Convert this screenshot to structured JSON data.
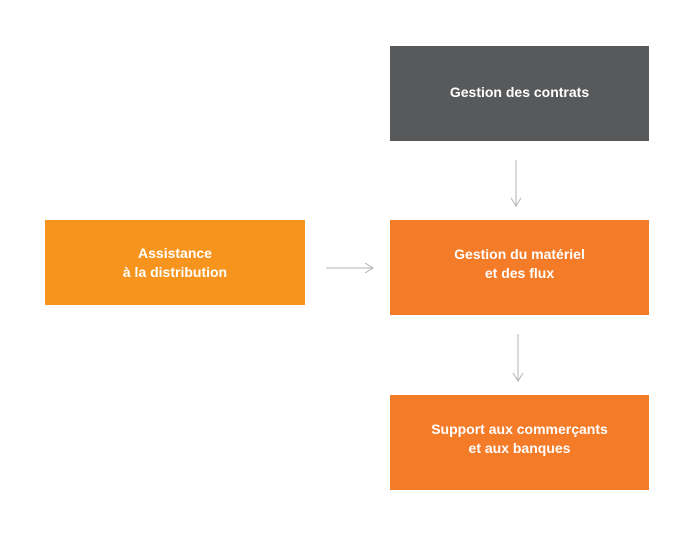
{
  "nodes": {
    "contrats": {
      "lines": [
        "Gestion des contrats"
      ],
      "color": "#58595b"
    },
    "materiel": {
      "lines": [
        "Gestion du matériel",
        "et des flux"
      ],
      "color": "#f47b27"
    },
    "support": {
      "lines": [
        "Support aux commerçants",
        "et aux banques"
      ],
      "color": "#f47b27"
    },
    "assistance": {
      "lines": [
        "Assistance",
        "à la distribution"
      ],
      "color": "#f7941e"
    }
  },
  "edges": [
    {
      "from": "contrats",
      "to": "materiel"
    },
    {
      "from": "materiel",
      "to": "support"
    },
    {
      "from": "assistance",
      "to": "materiel"
    }
  ],
  "arrow_color": "#b3b3b3"
}
